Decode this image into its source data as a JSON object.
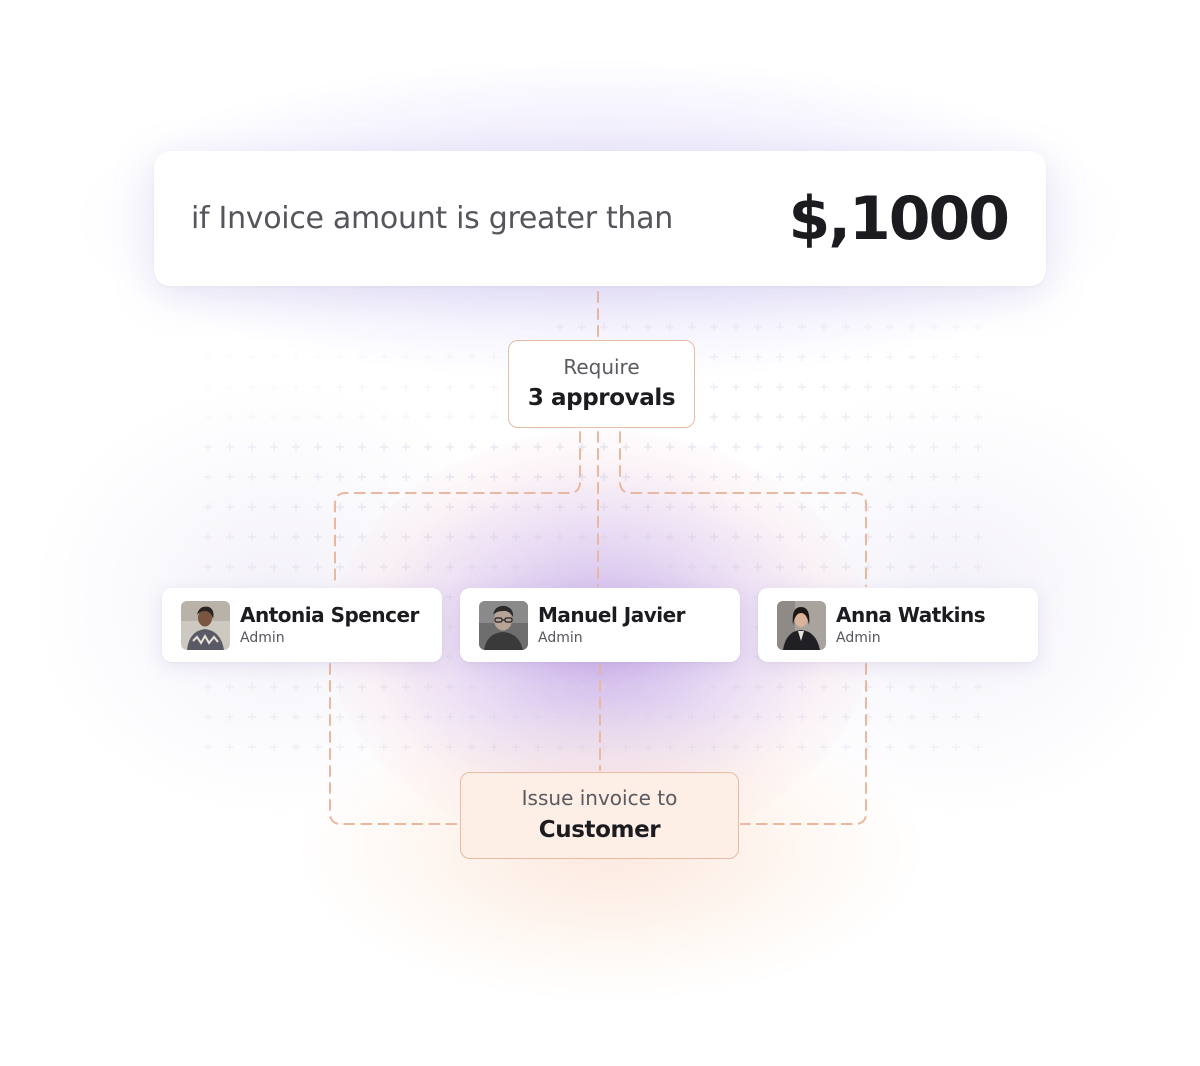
{
  "condition": {
    "text": "if Invoice amount is greater than",
    "amount": "$,1000"
  },
  "require": {
    "label": "Require",
    "value": "3 approvals"
  },
  "approvers": [
    {
      "name": "Antonia Spencer",
      "role": "Admin"
    },
    {
      "name": "Manuel Javier",
      "role": "Admin"
    },
    {
      "name": "Anna Watkins",
      "role": "Admin"
    }
  ],
  "issue": {
    "label": "Issue invoice to",
    "value": "Customer"
  },
  "colors": {
    "connector": "#e8b8a0",
    "card_border": "#e8bba5",
    "issue_background": "#fdeee6",
    "glow_purple": "#b996e1",
    "grid_plus": "#d8d4e6"
  }
}
